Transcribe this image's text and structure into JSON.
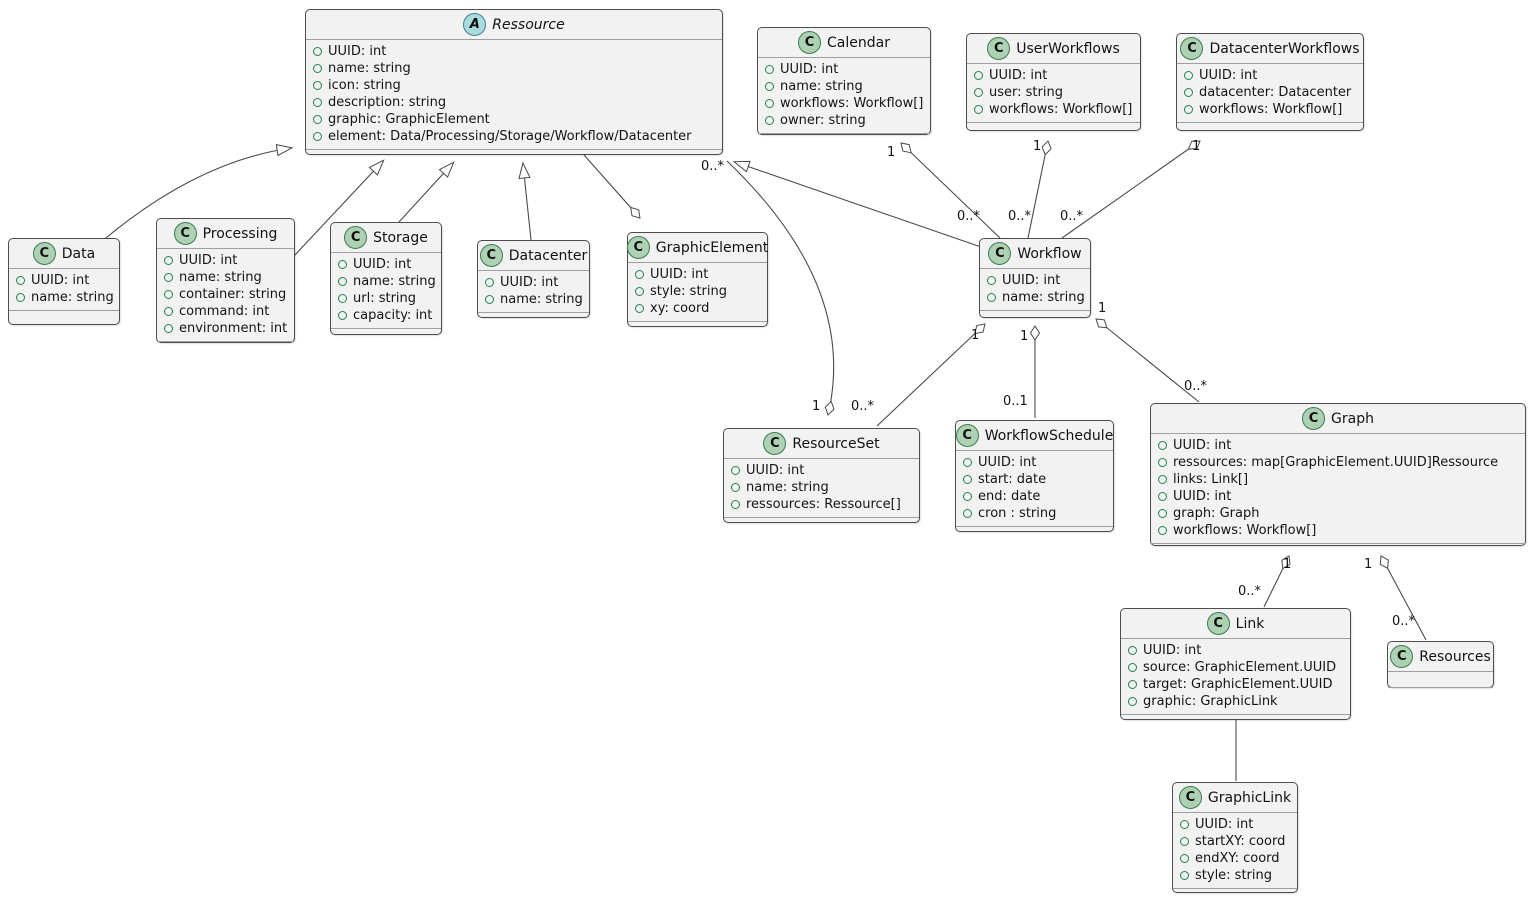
{
  "diagram": {
    "type": "uml-class-diagram",
    "colors": {
      "box_fill": "#F2F2F2",
      "box_border": "#4d4d4d",
      "class_icon_bg": "#ADD1B2",
      "abstract_icon_bg": "#A9DCDF",
      "field_icon": "#1e8449",
      "line": "#4a4a4a",
      "background": "#ffffff"
    },
    "classes": [
      {
        "id": "ressource",
        "kind": "abstract",
        "letter": "A",
        "name": "Ressource",
        "attributes": [
          "UUID: int",
          "name: string",
          "icon: string",
          "description: string",
          "graphic: GraphicElement",
          "element: Data/Processing/Storage/Workflow/Datacenter"
        ]
      },
      {
        "id": "data",
        "kind": "class",
        "letter": "C",
        "name": "Data",
        "attributes": [
          "UUID: int",
          "name: string"
        ]
      },
      {
        "id": "processing",
        "kind": "class",
        "letter": "C",
        "name": "Processing",
        "attributes": [
          "UUID: int",
          "name: string",
          "container: string",
          "command: int",
          "environment: int"
        ]
      },
      {
        "id": "storage",
        "kind": "class",
        "letter": "C",
        "name": "Storage",
        "attributes": [
          "UUID: int",
          "name: string",
          "url: string",
          "capacity: int"
        ]
      },
      {
        "id": "datacenter",
        "kind": "class",
        "letter": "C",
        "name": "Datacenter",
        "attributes": [
          "UUID: int",
          "name: string"
        ]
      },
      {
        "id": "graphicelement",
        "kind": "class",
        "letter": "C",
        "name": "GraphicElement",
        "attributes": [
          "UUID: int",
          "style: string",
          "xy: coord"
        ]
      },
      {
        "id": "calendar",
        "kind": "class",
        "letter": "C",
        "name": "Calendar",
        "attributes": [
          "UUID: int",
          "name: string",
          "workflows: Workflow[]",
          "owner: string"
        ]
      },
      {
        "id": "userworkflows",
        "kind": "class",
        "letter": "C",
        "name": "UserWorkflows",
        "attributes": [
          "UUID: int",
          "user: string",
          "workflows: Workflow[]"
        ]
      },
      {
        "id": "datacenterworkflows",
        "kind": "class",
        "letter": "C",
        "name": "DatacenterWorkflows",
        "attributes": [
          "UUID: int",
          "datacenter: Datacenter",
          "workflows: Workflow[]"
        ]
      },
      {
        "id": "workflow",
        "kind": "class",
        "letter": "C",
        "name": "Workflow",
        "attributes": [
          "UUID: int",
          "name: string"
        ]
      },
      {
        "id": "resourceset",
        "kind": "class",
        "letter": "C",
        "name": "ResourceSet",
        "attributes": [
          "UUID: int",
          "name: string",
          "ressources: Ressource[]"
        ]
      },
      {
        "id": "workflowschedule",
        "kind": "class",
        "letter": "C",
        "name": "WorkflowSchedule",
        "attributes": [
          "UUID: int",
          "start: date",
          "end: date",
          "cron : string"
        ]
      },
      {
        "id": "graph",
        "kind": "class",
        "letter": "C",
        "name": "Graph",
        "attributes": [
          "UUID: int",
          "ressources: map[GraphicElement.UUID]Ressource",
          "links: Link[]",
          "UUID: int",
          "graph: Graph",
          "workflows: Workflow[]"
        ]
      },
      {
        "id": "link",
        "kind": "class",
        "letter": "C",
        "name": "Link",
        "attributes": [
          "UUID: int",
          "source: GraphicElement.UUID",
          "target: GraphicElement.UUID",
          "graphic: GraphicLink"
        ]
      },
      {
        "id": "resources",
        "kind": "class",
        "letter": "C",
        "name": "Resources",
        "attributes": []
      },
      {
        "id": "graphiclink",
        "kind": "class",
        "letter": "C",
        "name": "GraphicLink",
        "attributes": [
          "UUID: int",
          "startXY: coord",
          "endXY: coord",
          "style: string"
        ]
      }
    ],
    "edges": [
      {
        "id": "data-extends-ressource",
        "from": "Data",
        "to": "Ressource",
        "type": "inheritance"
      },
      {
        "id": "processing-extends-ressource",
        "from": "Processing",
        "to": "Ressource",
        "type": "inheritance"
      },
      {
        "id": "storage-extends-ressource",
        "from": "Storage",
        "to": "Ressource",
        "type": "inheritance"
      },
      {
        "id": "datacenter-extends-ressource",
        "from": "Datacenter",
        "to": "Ressource",
        "type": "inheritance"
      },
      {
        "id": "workflow-extends-ressource",
        "from": "Workflow",
        "to": "Ressource",
        "type": "inheritance"
      },
      {
        "id": "graphicelement-aggregates-ressource",
        "from": "GraphicElement",
        "to": "Ressource",
        "type": "aggregation"
      },
      {
        "id": "calendar-aggregates-workflow",
        "from": "Calendar",
        "to": "Workflow",
        "type": "aggregation",
        "from_label": "1",
        "to_label": "0..*"
      },
      {
        "id": "userworkflows-aggregates-workflow",
        "from": "UserWorkflows",
        "to": "Workflow",
        "type": "aggregation",
        "from_label": "1",
        "to_label": "0..*"
      },
      {
        "id": "datacenterworkflows-aggregates-workflow",
        "from": "DatacenterWorkflows",
        "to": "Workflow",
        "type": "aggregation",
        "from_label": "1",
        "to_label": "0..*"
      },
      {
        "id": "resourceset-aggregates-ressource",
        "from": "ResourceSet",
        "to": "Ressource",
        "type": "aggregation",
        "from_label": "1",
        "to_label": "0..*"
      },
      {
        "id": "workflow-aggregates-resourceset",
        "from": "Workflow",
        "to": "ResourceSet",
        "type": "aggregation",
        "from_label": "1",
        "to_label": "0..*"
      },
      {
        "id": "workflow-aggregates-workflowschedule",
        "from": "Workflow",
        "to": "WorkflowSchedule",
        "type": "aggregation",
        "from_label": "1",
        "to_label": "0..1"
      },
      {
        "id": "workflow-aggregates-graph",
        "from": "Workflow",
        "to": "Graph",
        "type": "aggregation",
        "from_label": "1",
        "to_label": "0..*"
      },
      {
        "id": "graph-aggregates-link",
        "from": "Graph",
        "to": "Link",
        "type": "aggregation",
        "from_label": "1",
        "to_label": "0..*"
      },
      {
        "id": "graph-aggregates-resources",
        "from": "Graph",
        "to": "Resources",
        "type": "aggregation",
        "from_label": "1",
        "to_label": "0..*"
      },
      {
        "id": "link-has-graphiclink",
        "from": "Link",
        "to": "GraphicLink",
        "type": "association"
      }
    ]
  }
}
